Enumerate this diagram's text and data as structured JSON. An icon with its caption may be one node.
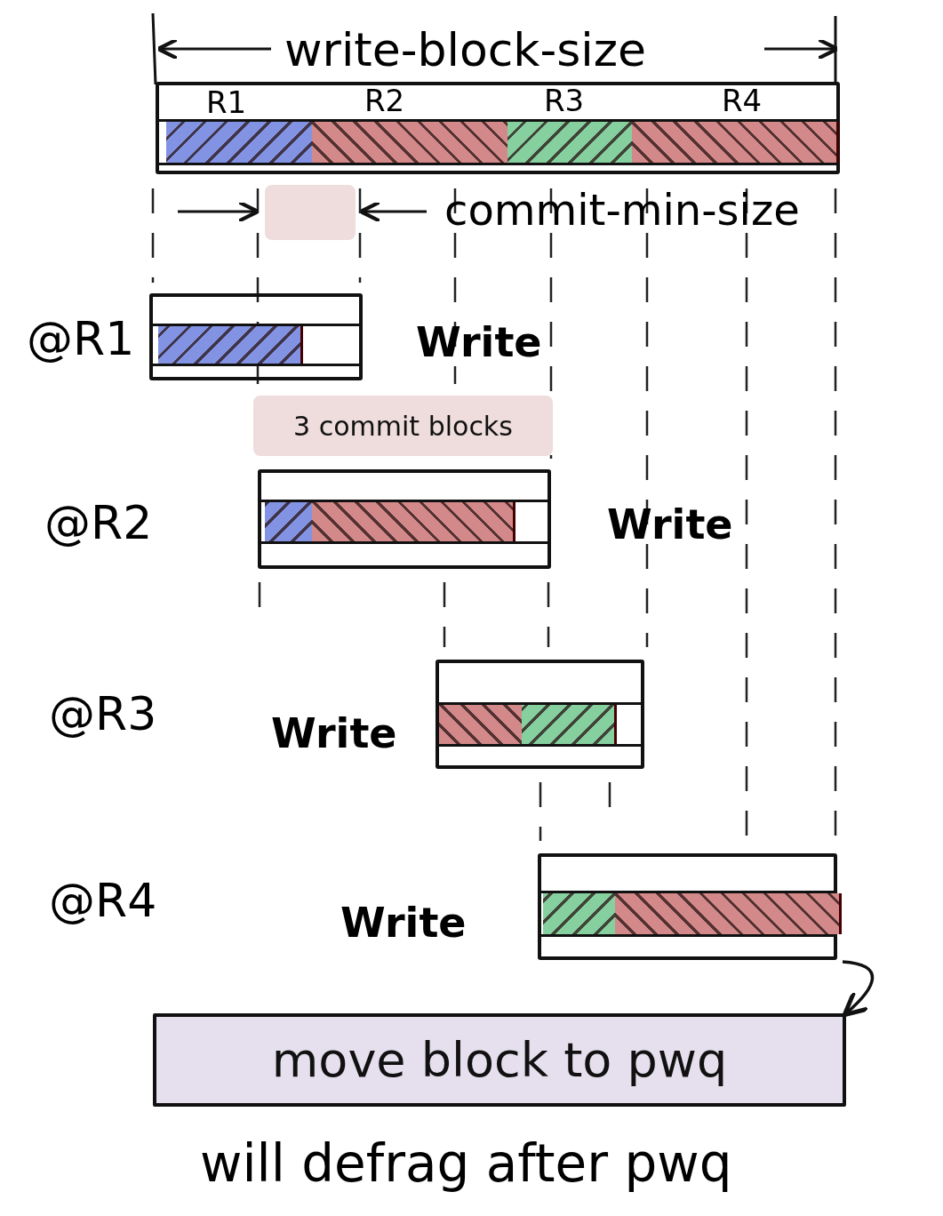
{
  "diagram": {
    "nodes": [
      {
        "text": [],
        "shape": "box"
      },
      {
        "text": [],
        "shape": "box",
        "beside": [
          "Write"
        ]
      },
      {
        "text": [
          "3 commit blocks"
        ]
      },
      {
        "text": [],
        "shape": "box",
        "beside": [
          "Write"
        ]
      },
      {
        "text": [],
        "shape": "box",
        "beside": [
          "Write"
        ]
      },
      {
        "text": [],
        "shape": "box",
        "beside": [
          "Write"
        ]
      },
      {
        "text": [
          "move block to pwq"
        ]
      }
    ],
    "edges": [
      {
        "from": 5,
        "to": 6,
        "arrow": "to"
      }
    ],
    "labels": [
      "write-block-size",
      "R1",
      "R2",
      "R3",
      "R4",
      "commit-min-size",
      "@R1",
      "@R2",
      "@R3",
      "@R4",
      "will defrag after pwq"
    ]
  }
}
